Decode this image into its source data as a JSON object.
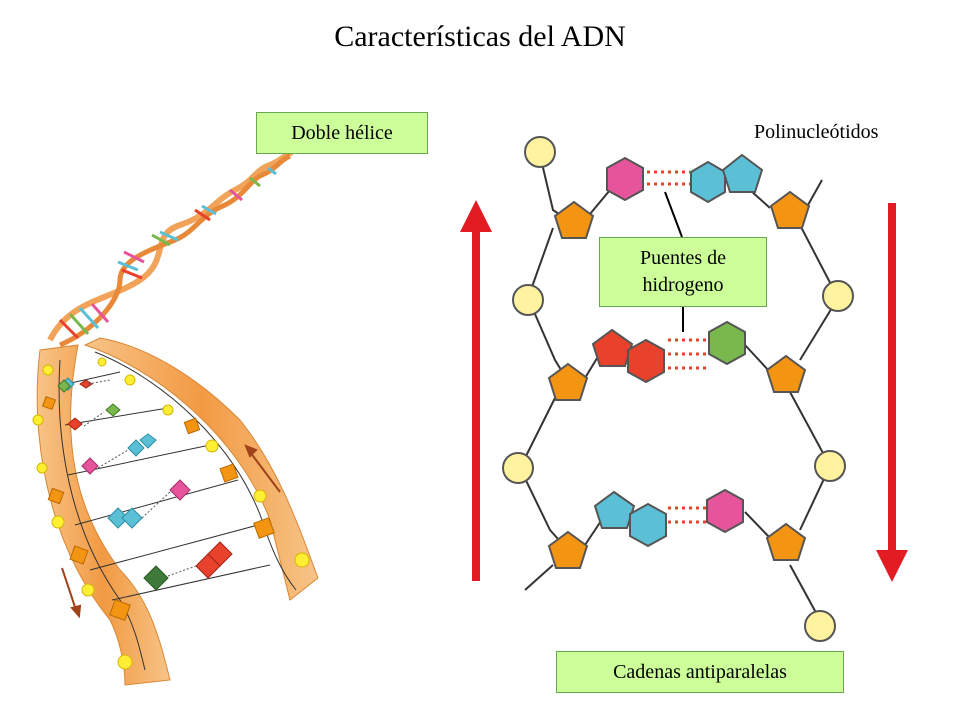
{
  "title": "Características del ADN",
  "labels": {
    "double_helix": "Doble hélice",
    "polynucleotides": "Polinucleótidos",
    "hydrogen_bonds_line1": "Puentes de",
    "hydrogen_bonds_line2": "hidrogeno",
    "antiparallel": "Cadenas antiparalelas"
  },
  "colors": {
    "phosphate": "#fff3a0",
    "sugar": "#f39412",
    "adenine_blue": "#5bc0d6",
    "pink": "#e6559b",
    "red": "#e8412c",
    "green": "#79b84c",
    "arrow": "#e31b23",
    "ribbon": "#f2a95c",
    "label_bg": "#ccff99"
  }
}
